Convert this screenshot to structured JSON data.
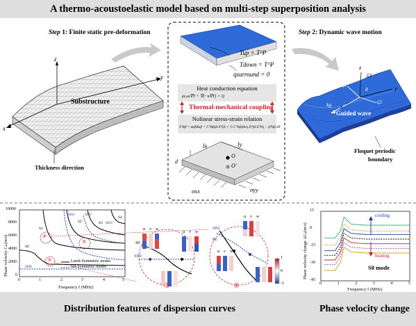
{
  "banner": {
    "title": "A thermo-acoustoelastic model based on multi-step superposition analysis"
  },
  "step1": {
    "prefix": "Step",
    "num": "1",
    "text": ": Finite static pre-deformation",
    "substructure": "Substructure",
    "thickness": "Thickness direction",
    "axis_x": "x",
    "axis_y": "y",
    "axis_z": "z"
  },
  "step2": {
    "prefix": "Step",
    "num": "2",
    "text": ": Dynamic wave motion",
    "guided_wave": "Guided wave",
    "floquet_1": "Floquet periodic",
    "floquet_2": "boundary",
    "axis_x": "x",
    "axis_y": "y",
    "axis_z": "z",
    "xi1": "ξ1",
    "xi2": "ξ2",
    "xi3": "ξ3",
    "theta": "θ",
    "kg": "kg"
  },
  "center": {
    "t_up": "Tup = T^P",
    "t_down": "Tdown = T^P",
    "q_surround": "qsurround = 0",
    "heat_title": "Heat conduction equation",
    "heat_eq": "ρcₚu∇T + ∇(−κ∇T) = Q",
    "coupling": "Thermal-mechanical coupling",
    "stress_title": "Nolinear stress-strain relation",
    "stress_eq": "S⁰αβ = σαβδαβ = C⁰αβγδ E⁰γδ + ½ C⁰αβγδεη E⁰γδ E⁰εη − β⁰αβ ΔT",
    "lx": "lx",
    "ly": "ly",
    "o": "O",
    "o_prime": "O'",
    "d": "d",
    "sxx": "σxx",
    "syy": "σyy"
  },
  "dispersion": {
    "ylabel": "Phase velocity Cₚ(m/s)",
    "xlabel": "Frequency f (MHz)",
    "legend_lamb": "Lamb-Symmetric modes",
    "legend_sh": "SH-Symmetric modes",
    "ticks_y": [
      "10000",
      "8000",
      "6000",
      "4000",
      "2000",
      "0"
    ],
    "ticks_x": [
      "0",
      "1",
      "2",
      "3",
      "4",
      "5"
    ],
    "mode_labels": [
      "S0",
      "S1",
      "S2",
      "S3",
      "S4",
      "SH0",
      "SH1",
      "SH2",
      "SH3"
    ],
    "zoom3_label": "③",
    "zoom4_label": "④",
    "mark3": "③",
    "mark4": "④",
    "mark5": "⑤",
    "uvw": [
      "u",
      "v",
      "w"
    ],
    "colorbar": [
      "1",
      "0",
      "-1"
    ],
    "z3_s0": "S0",
    "z3_sh0": "SH0",
    "z4_sh2": "SH2",
    "z4_s1": "S1"
  },
  "chart_data": {
    "type": "line",
    "title": "",
    "xlabel": "Frequency f (MHz)",
    "ylabel": "Phase velocity change ΔCₚ(m/s)",
    "xlim": [
      0,
      5
    ],
    "ylim": [
      -45,
      15
    ],
    "x_ticks": [
      "0",
      "1",
      "2",
      "3",
      "4",
      "5"
    ],
    "y_ticks": [
      "15",
      "0",
      "-15",
      "-30",
      "-45"
    ],
    "annotations": [
      "cooling",
      "heating",
      "S0 mode"
    ],
    "series": [
      {
        "color": "#3cb371",
        "values": [
          [
            0.2,
            -8
          ],
          [
            0.8,
            -8
          ],
          [
            1.1,
            -2
          ],
          [
            1.3,
            10
          ],
          [
            1.7,
            4
          ],
          [
            2.5,
            3
          ],
          [
            5,
            3
          ]
        ]
      },
      {
        "color": "#d9941a",
        "values": [
          [
            0.2,
            -14
          ],
          [
            0.8,
            -14
          ],
          [
            1.1,
            -7
          ],
          [
            1.3,
            4
          ],
          [
            1.7,
            -1
          ],
          [
            2.5,
            -2
          ],
          [
            5,
            -2
          ]
        ]
      },
      {
        "color": "#1a3a8f",
        "values": [
          [
            0.2,
            -19
          ],
          [
            0.8,
            -19
          ],
          [
            1.1,
            -12
          ],
          [
            1.3,
            0
          ],
          [
            1.7,
            -4
          ],
          [
            2.5,
            -5
          ],
          [
            5,
            -5
          ]
        ]
      },
      {
        "color": "#000000",
        "values": [
          [
            0.2,
            -23
          ],
          [
            0.8,
            -23
          ],
          [
            1.1,
            -16
          ],
          [
            1.3,
            -4
          ],
          [
            1.7,
            -8
          ],
          [
            2.5,
            -9
          ],
          [
            5,
            -9
          ]
        ]
      },
      {
        "color": "#c0262b",
        "values": [
          [
            0.2,
            -27
          ],
          [
            0.8,
            -27
          ],
          [
            1.1,
            -20
          ],
          [
            1.3,
            -8
          ],
          [
            1.7,
            -12
          ],
          [
            2.5,
            -13
          ],
          [
            5,
            -13
          ]
        ]
      },
      {
        "color": "#7b4fa6",
        "values": [
          [
            0.2,
            -31
          ],
          [
            0.8,
            -31
          ],
          [
            1.1,
            -24
          ],
          [
            1.3,
            -12
          ],
          [
            1.7,
            -16
          ],
          [
            2.5,
            -17
          ],
          [
            5,
            -17
          ]
        ]
      },
      {
        "color": "#d9a017",
        "values": [
          [
            0.2,
            -36
          ],
          [
            0.8,
            -36
          ],
          [
            1.1,
            -29
          ],
          [
            1.3,
            -16
          ],
          [
            1.7,
            -20
          ],
          [
            2.5,
            -21
          ],
          [
            5,
            -21
          ]
        ]
      }
    ]
  },
  "bottom": {
    "left_title": "Distribution features of dispersion curves",
    "right_title": "Phase velocity change"
  },
  "colors": {
    "blue_surface": "#2f6bd8",
    "red": "#c0262b",
    "blue": "#1f3fa0"
  }
}
